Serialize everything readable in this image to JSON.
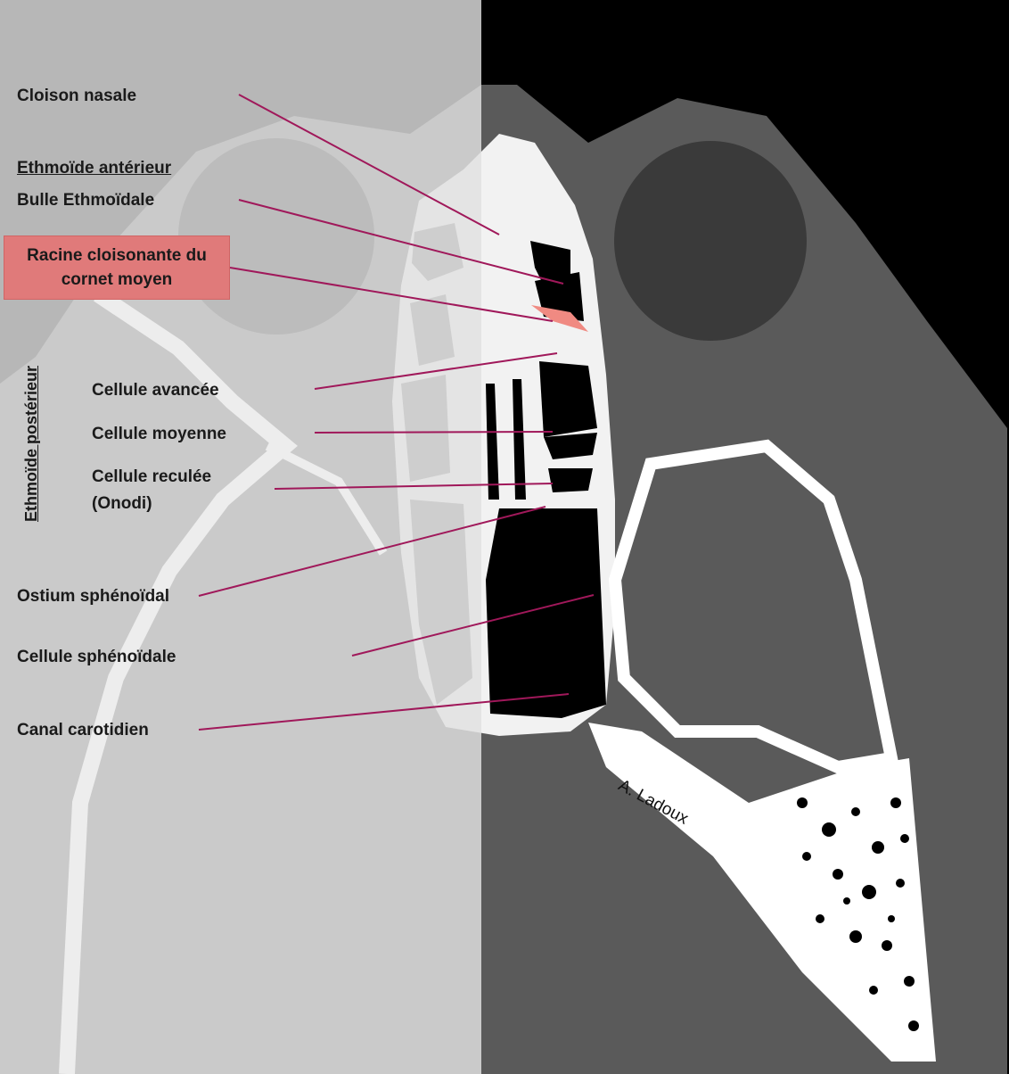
{
  "labels": {
    "cloison_nasale": "Cloison nasale",
    "ethmoide_anterieur": "Ethmoïde antérieur",
    "bulle_ethmoidale": "Bulle Ethmoïdale",
    "racine_cloisonnante": "Racine cloisonante du cornet moyen",
    "ethmoide_posterieur": "Ethmoïde postérieur",
    "cellule_avancee": "Cellule avancée",
    "cellule_moyenne": "Cellule moyenne",
    "cellule_reculee": "Cellule reculée",
    "onodi": "(Onodi)",
    "ostium_sphenoidal": "Ostium sphénoïdal",
    "cellule_sphenoidale": "Cellule sphénoïdale",
    "canal_carotidien": "Canal carotidien"
  },
  "signature": "A. Ladoux",
  "colors": {
    "left_panel": "#c9c9c9",
    "right_panel": "#5a5a5a",
    "background_black": "#000000",
    "bone": "#ffffff",
    "leader_line": "#a0185a",
    "highlight": "#e07a7a"
  }
}
